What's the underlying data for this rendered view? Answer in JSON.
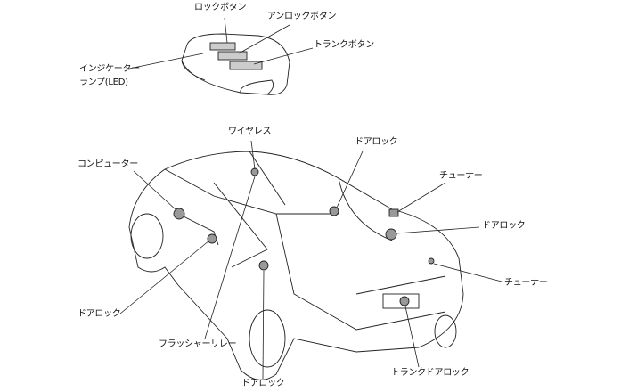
{
  "key_fob": {
    "lock_button": "ロックボタン",
    "unlock_button": "アンロックボタン",
    "trunk_button": "トランクボタン",
    "indicator_line1": "インジケーター",
    "indicator_line2": "ランプ(LED)"
  },
  "vehicle": {
    "wireless": "ワイヤレス",
    "door_lock_rear_right": "ドアロック",
    "computer": "コンピューター",
    "tuner_upper": "チューナー",
    "door_lock_rear": "ドアロック",
    "tuner_lower": "チューナー",
    "door_lock_front_left": "ドアロック",
    "flasher_relay": "フラッシャーリレー",
    "door_lock_rear_left": "ドアロック",
    "trunk_door_lock": "トランクドアロック"
  }
}
